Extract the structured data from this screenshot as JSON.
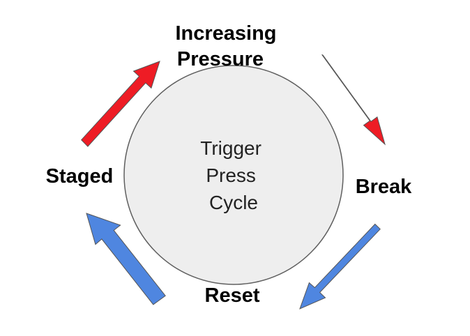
{
  "diagram": {
    "center_label": {
      "lines": [
        "Trigger",
        "Press",
        "Cycle"
      ]
    },
    "stages": {
      "increasing_pressure": {
        "lines": [
          "Increasing",
          "Pressure"
        ]
      },
      "break": {
        "lines": [
          "Break"
        ]
      },
      "reset": {
        "lines": [
          "Reset"
        ]
      },
      "staged": {
        "lines": [
          "Staged"
        ]
      }
    },
    "arrows": [
      {
        "from": "Staged",
        "to": "Increasing Pressure",
        "color": "#ee1c25"
      },
      {
        "from": "Increasing Pressure",
        "to": "Break",
        "color": "#ee1c25"
      },
      {
        "from": "Break",
        "to": "Reset",
        "color": "#4f86e0"
      },
      {
        "from": "Reset",
        "to": "Staged",
        "color": "#4f86e0"
      }
    ],
    "colors": {
      "circle_fill": "#eeeeee",
      "circle_stroke": "#5f5f5f",
      "red_arrow": "#ee1c25",
      "blue_arrow": "#4f86e0"
    }
  }
}
